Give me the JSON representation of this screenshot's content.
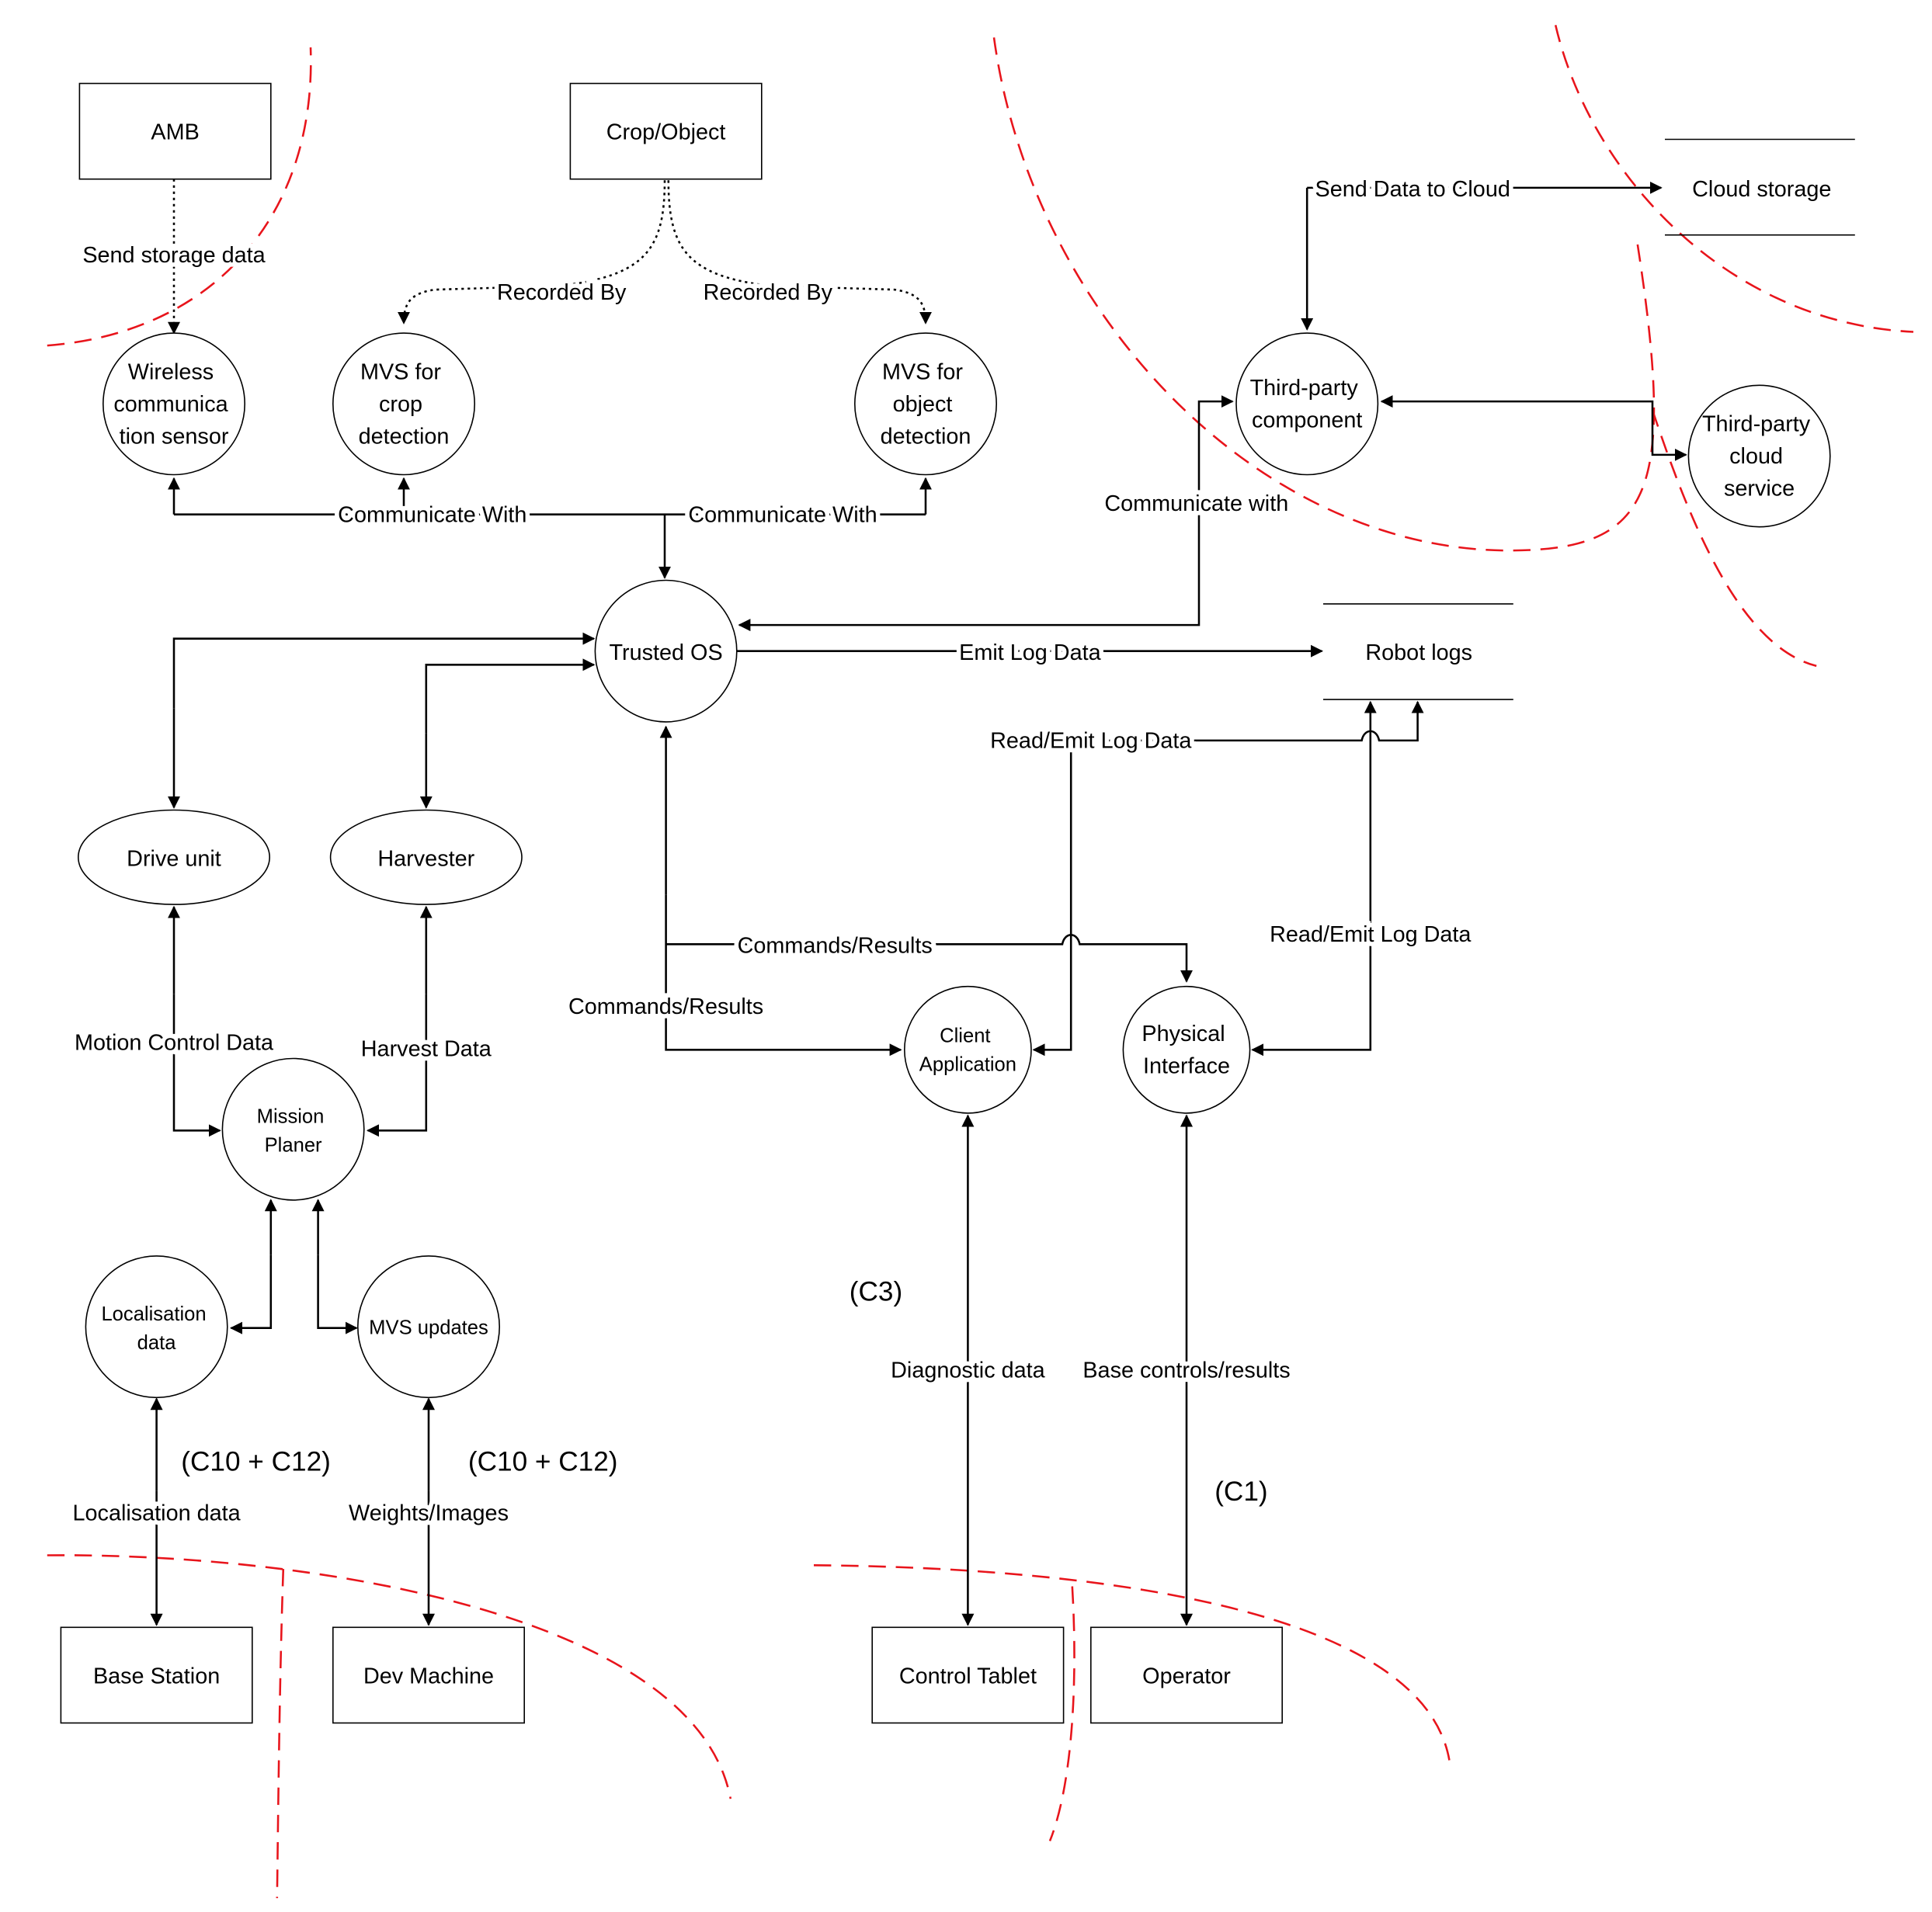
{
  "colors": {
    "line": "#000000",
    "boundary": "#e8141b",
    "fill": "#ffffff"
  },
  "external_entities": {
    "amb": "AMB",
    "crop_object": "Crop/Object",
    "base_station": "Base Station",
    "dev_machine": "Dev Machine",
    "control_tablet": "Control Tablet",
    "operator": "Operator"
  },
  "processes": {
    "wireless_sensor": [
      "Wireless",
      "communica",
      "tion sensor"
    ],
    "mvs_crop": [
      "MVS for",
      "crop",
      "detection"
    ],
    "mvs_object": [
      "MVS for",
      "object",
      "detection"
    ],
    "trusted_os": "Trusted OS",
    "third_party_component": [
      "Third-party",
      "component"
    ],
    "third_party_cloud": [
      "Third-party",
      "cloud",
      "service"
    ],
    "drive_unit": "Drive unit",
    "harvester": "Harvester",
    "mission_planer": [
      "Mission",
      "Planer"
    ],
    "localisation_data": [
      "Localisation",
      "data"
    ],
    "mvs_updates": "MVS updates",
    "client_application": [
      "Client",
      "Application"
    ],
    "physical_interface": [
      "Physical",
      "Interface"
    ]
  },
  "data_stores": {
    "cloud_storage": "Cloud storage",
    "robot_logs": "Robot logs"
  },
  "flows": {
    "send_storage_data": "Send storage data",
    "recorded_by_left": "Recorded By",
    "recorded_by_right": "Recorded By",
    "communicate_with_left": "Communicate With",
    "communicate_with_right": "Communicate With",
    "send_data_to_cloud": "Send Data to Cloud",
    "communicate_with_third_party": "Communicate with",
    "emit_log_data": "Emit Log Data",
    "read_emit_log_top": "Read/Emit Log Data",
    "read_emit_log_right": "Read/Emit Log Data",
    "commands_results_top": "Commands/Results",
    "commands_results_bottom": "Commands/Results",
    "motion_control_data": "Motion Control Data",
    "harvest_data": "Harvest Data",
    "localisation_data": "Localisation data",
    "weights_images": "Weights/Images",
    "diagnostic_data": "Diagnostic data",
    "base_controls_results": "Base controls/results"
  },
  "annotations": {
    "c10_c12_left": "(C10 + C12)",
    "c10_c12_right": "(C10 + C12)",
    "c3": "(C3)",
    "c1": "(C1)"
  }
}
